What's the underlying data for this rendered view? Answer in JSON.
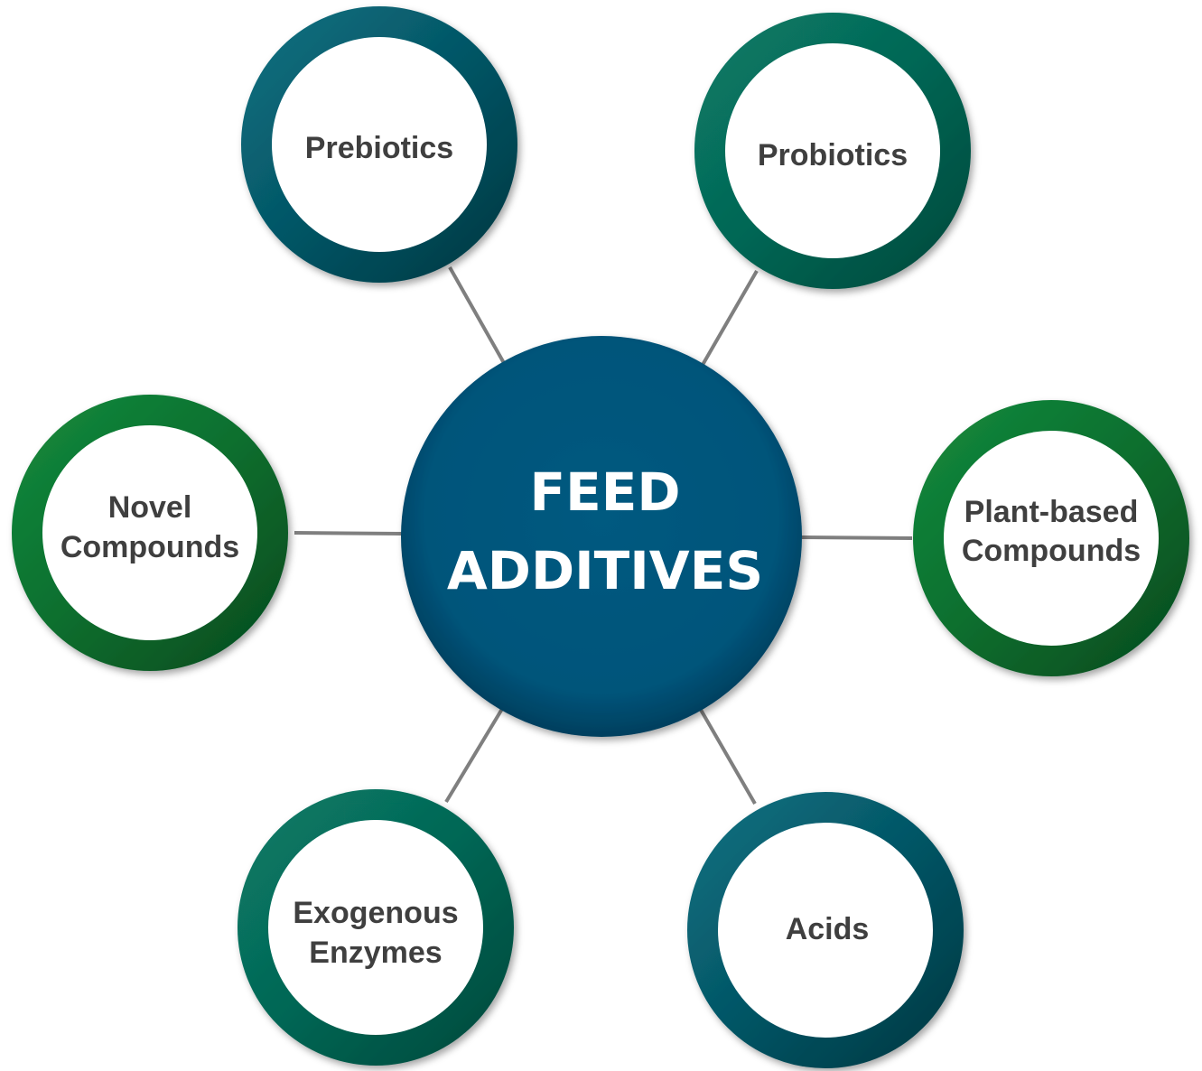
{
  "hub": {
    "line1": "FEED",
    "line2": "ADDITIVES",
    "color": "#00567a"
  },
  "nodes": [
    {
      "id": "prebiotics",
      "lines": [
        "Prebiotics"
      ],
      "ring_color": "#04505f"
    },
    {
      "id": "probiotics",
      "lines": [
        "Probiotics"
      ],
      "ring_color": "#056a5c"
    },
    {
      "id": "novel-compounds",
      "lines": [
        "Novel",
        "Compounds"
      ],
      "ring_color": "#0d6b2c"
    },
    {
      "id": "plant-based-compounds",
      "lines": [
        "Plant-based",
        "Compounds"
      ],
      "ring_color": "#0a6e30"
    },
    {
      "id": "exogenous-enzymes",
      "lines": [
        "Exogenous",
        "Enzymes"
      ],
      "ring_color": "#056a5c"
    },
    {
      "id": "acids",
      "lines": [
        "Acids"
      ],
      "ring_color": "#04505f"
    }
  ],
  "connector_color": "#7f7f7f"
}
